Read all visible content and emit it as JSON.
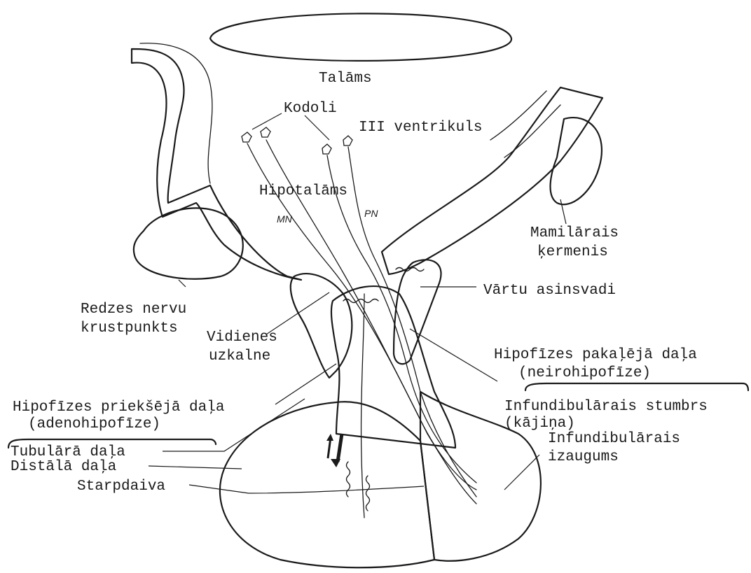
{
  "labels": {
    "talams": "Talāms",
    "kodoli": "Kodoli",
    "ventrikuls": "III ventrikuls",
    "hipotalams": "Hipotalāms",
    "mn": "MN",
    "pn": "PN",
    "mamilarais_1": "Mamilārais",
    "mamilarais_2": "ķermenis",
    "vartu": "Vārtu asinsvadi",
    "redzes_1": "Redzes nervu",
    "redzes_2": "krustpunkts",
    "vidienes_1": "Vidienes",
    "vidienes_2": "uzkalne",
    "pakaleja_1": "Hipofīzes pakaļējā daļa",
    "pakaleja_2": "(neirohipofīze)",
    "prieksheja_1": "Hipofīzes priekšējā daļa",
    "prieksheja_2": "(adenohipofīze)",
    "stumbrs_1": "Infundibulārais stumbrs",
    "stumbrs_2": "(kājiņa)",
    "tubulara": "Tubulārā daļa",
    "distala": "Distālā daļa",
    "izaugums_1": "Infundibulārais",
    "izaugums_2": "izaugums",
    "starpdaiva": "Starpdaiva"
  },
  "colors": {
    "ink": "#1a1a1a",
    "stipple": "#2b2b2b",
    "paper": "#ffffff"
  }
}
